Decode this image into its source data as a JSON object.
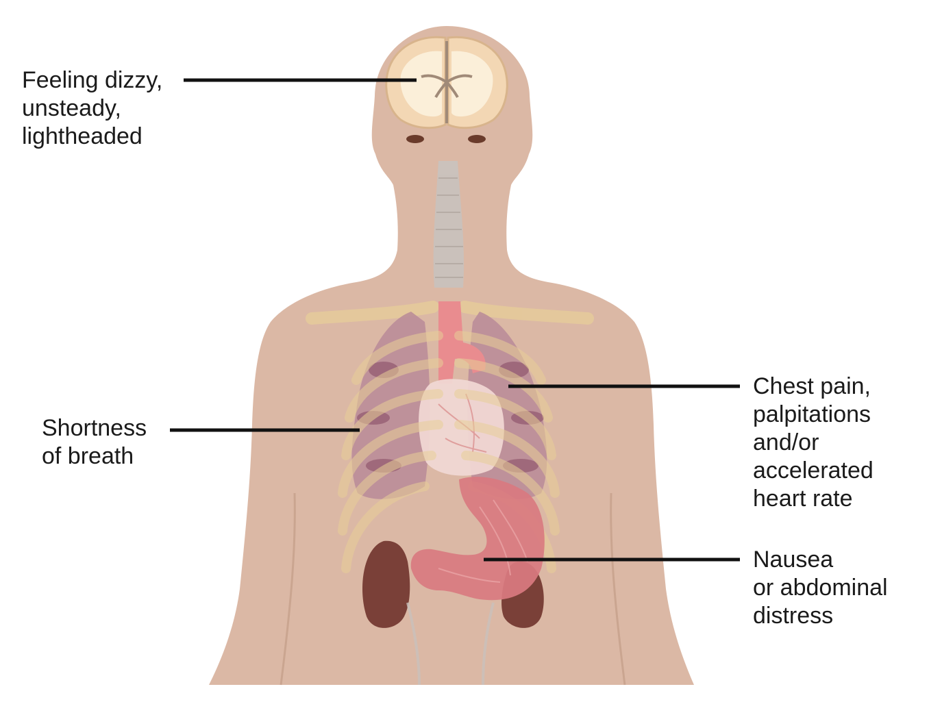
{
  "annotations": {
    "dizzy": {
      "lines": [
        "Feeling dizzy,",
        "unsteady,",
        "lightheaded"
      ]
    },
    "breath": {
      "lines": [
        "Shortness",
        "of breath"
      ]
    },
    "chest": {
      "lines": [
        "Chest pain,",
        "palpitations",
        "and/or",
        "accelerated",
        "heart rate"
      ]
    },
    "nausea": {
      "lines": [
        "Nausea",
        "or abdominal",
        "distress"
      ]
    }
  },
  "colors": {
    "skin": "#dbb8a5",
    "brain_outer": "#f3d7b4",
    "brain_inner": "#fbefd9",
    "lung": "#b98a98",
    "lung_dark": "#8a4e68",
    "heart": "#f0d7d3",
    "heart_vessel": "#e98c8f",
    "stomach": "#d97a80",
    "kidney": "#7a4038",
    "rib": "#e8cf98",
    "trachea": "#c8c3bf",
    "leader_line": "#111111"
  }
}
